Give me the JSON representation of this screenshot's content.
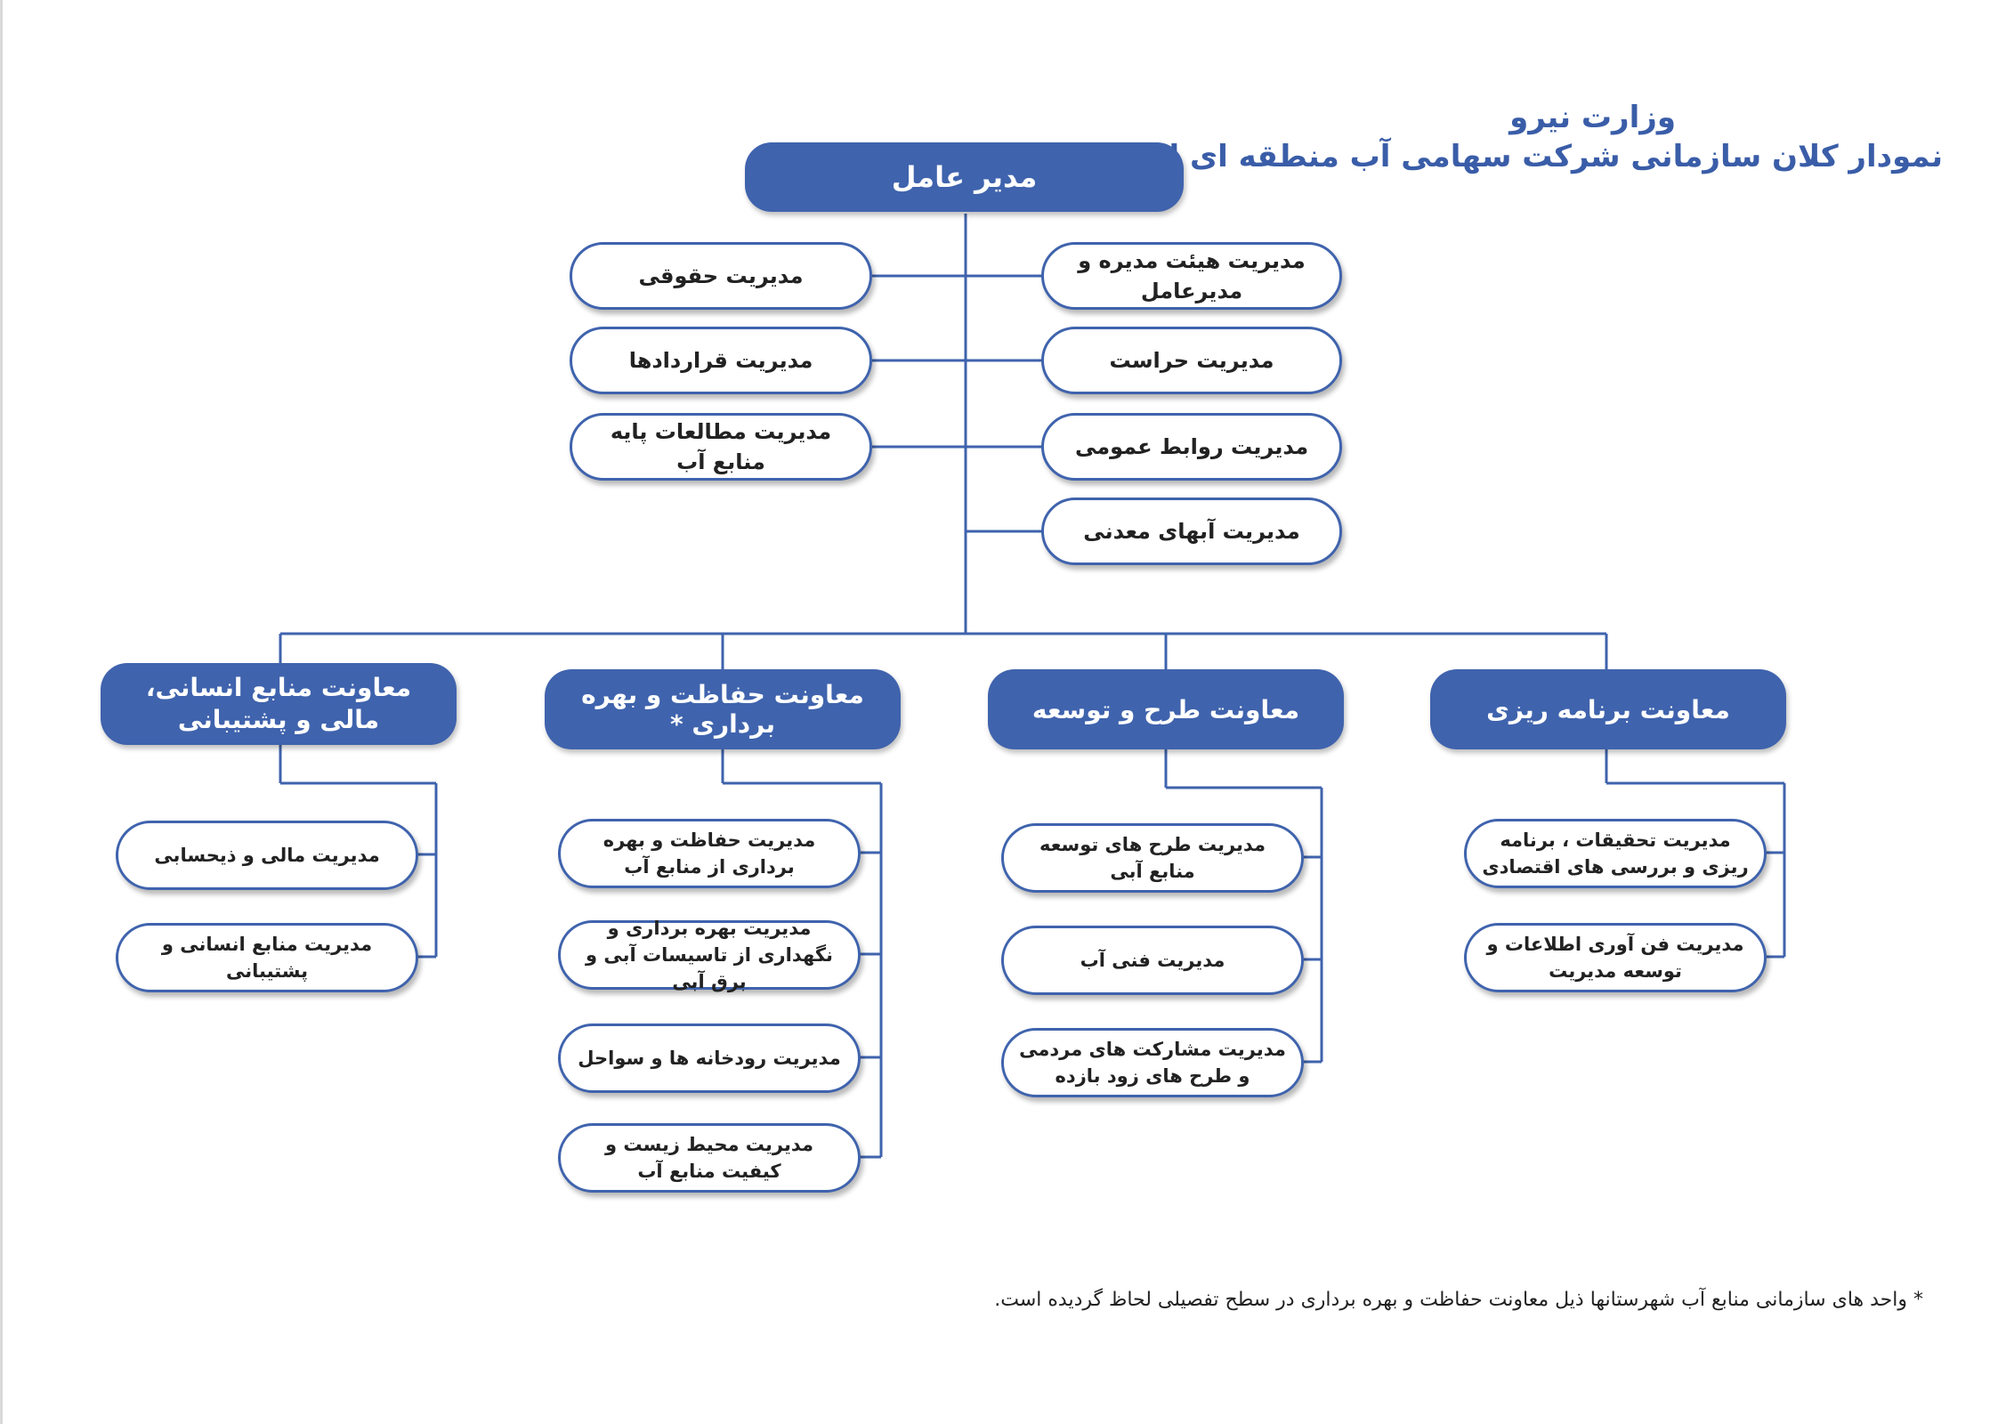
{
  "header": {
    "ministry": "وزارت نیرو",
    "title": "نمودار کلان سازمانی شرکت سهامی آب منطقه ای اردبیل"
  },
  "ceo": "مدیر عامل",
  "staff_left": [
    "مدیریت حقوقی",
    "مدیریت قراردادها",
    "مدیریت مطالعات پایه منابع آب"
  ],
  "staff_right": [
    "مدیریت هیئت مدیره و مدیرعامل",
    "مدیریت حراست",
    "مدیریت روابط عمومی",
    "مدیریت آبهای معدنی"
  ],
  "deputies": [
    {
      "title": "معاونت برنامه ریزی",
      "units": [
        "مدیریت تحقیقات ، برنامه ریزی و بررسی های اقتصادی",
        "مدیریت فن آوری اطلاعات و توسعه مدیریت"
      ]
    },
    {
      "title": "معاونت طرح و توسعه",
      "units": [
        "مدیریت طرح های توسعه منابع آبی",
        "مدیریت فنی آب",
        "مدیریت مشارکت های مردمی و طرح های زود بازده"
      ]
    },
    {
      "title": "معاونت حفاظت و بهره برداری *",
      "units": [
        "مدیریت حفاظت و بهره برداری از منابع آب",
        "مدیریت بهره برداری و نگهداری از تاسیسات آبی و برق آبی",
        "مدیریت رودخانه ها و سواحل",
        "مدیریت محیط زیست و کیفیت منابع آب"
      ]
    },
    {
      "title": "معاونت منابع انسانی، مالی و پشتیبانی",
      "units": [
        "مدیریت مالی و ذیحسابی",
        "مدیریت منابع انسانی و پشتیبانی"
      ]
    }
  ],
  "footnote": "* واحد های سازمانی منابع آب شهرستانها ذیل معاونت حفاظت و بهره برداری در سطح تفصیلی لحاظ گردیده است."
}
